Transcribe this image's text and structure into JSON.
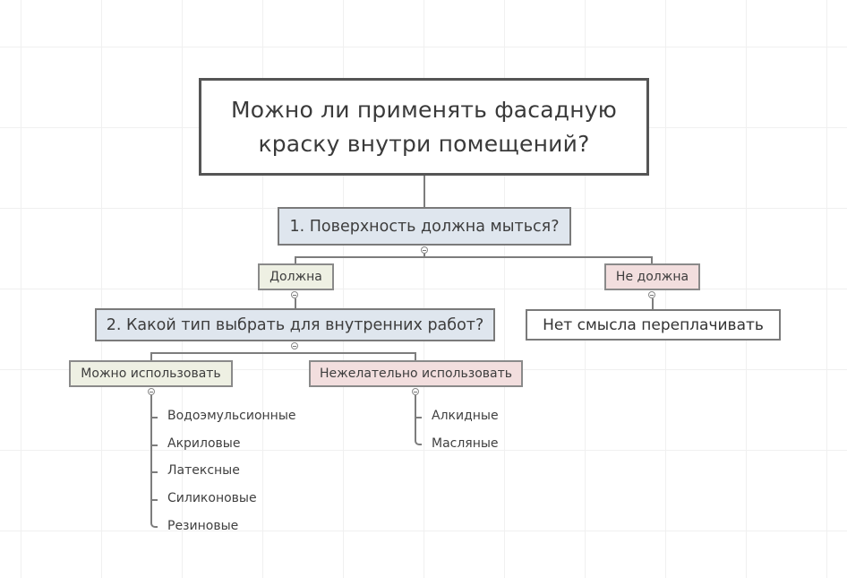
{
  "root": {
    "title": "Можно ли применять фасадную краску внутри помещений?"
  },
  "question1": {
    "label": "1. Поверхность должна мыться?",
    "branches": [
      {
        "label": "Должна",
        "type": "yes"
      },
      {
        "label": "Не должна",
        "type": "no",
        "answer": "Нет смысла переплачивать"
      }
    ]
  },
  "question2": {
    "label": "2. Какой тип выбрать для внутренних работ?",
    "branches": [
      {
        "label": "Можно использовать",
        "type": "yes",
        "items": [
          "Водоэмульсионные",
          "Акриловые",
          "Латексные",
          "Силиконовые",
          "Резиновые"
        ]
      },
      {
        "label": "Нежелательно использовать",
        "type": "no",
        "items": [
          "Алкидные",
          "Масляные"
        ]
      }
    ]
  },
  "colors": {
    "question_fill": "#dfe6ee",
    "yes_fill": "#eef0e3",
    "no_fill": "#f2dede",
    "border": "#7a7a7a",
    "root_border": "#555555",
    "connector": "#7d7d7d"
  },
  "icons": {
    "collapse": "collapse-circle-icon"
  }
}
